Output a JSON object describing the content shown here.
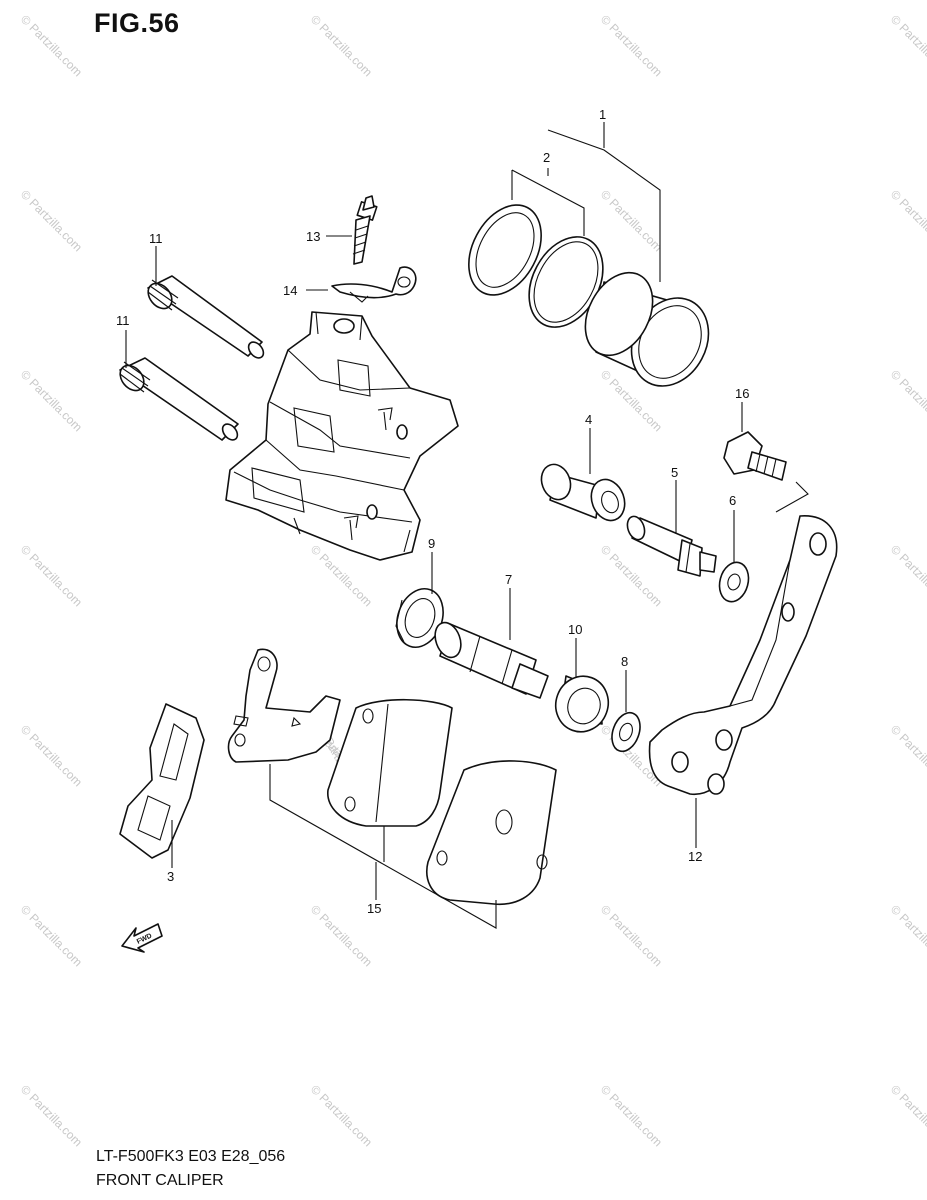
{
  "figure_label": "FIG.56",
  "footer": {
    "model_code": "LT-F500FK3 E03 E28_056",
    "section_name": "FRONT CALIPER"
  },
  "watermark_text": "© Partzilla.com",
  "callouts": [
    "1",
    "2",
    "3",
    "4",
    "5",
    "6",
    "7",
    "8",
    "9",
    "10",
    "11",
    "11",
    "12",
    "13",
    "14",
    "15",
    "16"
  ],
  "fwd_label": "FWD",
  "colors": {
    "line": "#111111",
    "watermark": "#c8c8c8",
    "background": "#ffffff"
  }
}
